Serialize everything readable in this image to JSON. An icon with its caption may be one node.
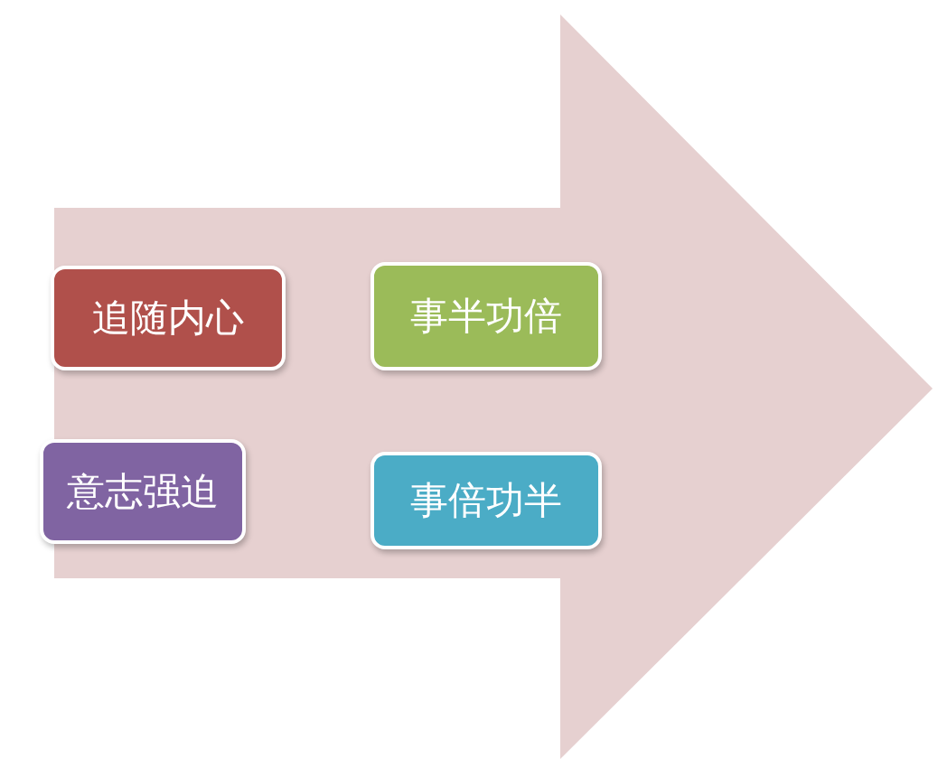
{
  "diagram": {
    "nodes": [
      {
        "text": [],
        "shape": "arrow"
      },
      {
        "text": [
          "追随内心"
        ],
        "in": 0
      },
      {
        "text": [
          "事半功倍"
        ],
        "in": 0
      },
      {
        "text": [
          "意志强迫"
        ],
        "in": 0
      },
      {
        "text": [
          "事倍功半"
        ],
        "in": 0
      }
    ]
  }
}
